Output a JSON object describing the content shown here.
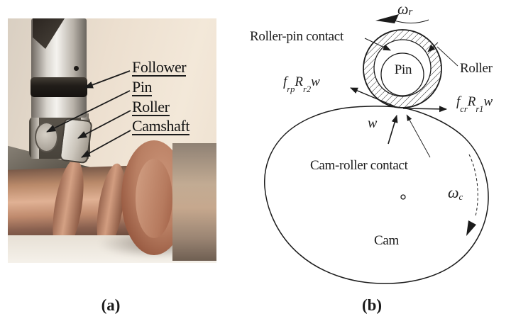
{
  "figure": {
    "panel_a": {
      "caption": "(a)",
      "labels": {
        "follower": "Follower",
        "pin": "Pin",
        "roller": "Roller",
        "camshaft": "Camshaft"
      }
    },
    "panel_b": {
      "caption": "(b)",
      "labels": {
        "roller_pin_contact": "Roller-pin contact",
        "pin": "Pin",
        "roller": "Roller",
        "cam": "Cam",
        "cam_roller_contact": "Cam-roller contact",
        "load": "w"
      },
      "symbols": {
        "omega_r": {
          "base": "ω",
          "sub": "r"
        },
        "omega_c": {
          "base": "ω",
          "sub": "c"
        },
        "friction_roller_pin": {
          "f": "f",
          "f_sub": "rp",
          "R": "R",
          "R_sub": "r2",
          "w": "w"
        },
        "friction_cam_roller": {
          "f": "f",
          "f_sub": "cr",
          "R": "R",
          "R_sub": "r1",
          "w": "w"
        }
      }
    },
    "palette": {
      "ink": "#1b1b1b",
      "copper": "#b97a5c",
      "steel": "#c9c3ba",
      "photo_background": "#eadcca"
    }
  }
}
